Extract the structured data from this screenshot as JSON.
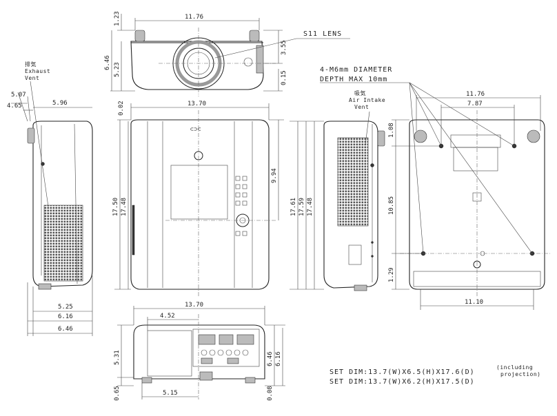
{
  "labels": {
    "lens": "S11 LENS",
    "exhaust_jp": "排気",
    "exhaust_en": "Exhaust",
    "exhaust_vent": "Vent",
    "intake_jp": "吸気",
    "intake_en": "Air Intake",
    "intake_vent": "Vent",
    "holes_line1": "4-M6mm DIAMETER",
    "holes_line2": "DEPTH MAX 10mm",
    "setdim1": "SET DIM:13.7(W)X6.5(H)X17.6(D)",
    "setdim1_note1": "(including",
    "setdim1_note2": "projection)",
    "setdim2": "SET DIM:13.7(W)X6.2(H)X17.5(D)"
  },
  "dims": {
    "top_width": "11.76",
    "top_h_small": "1.23",
    "top_h_total": "6.46",
    "top_h_body": "5.23",
    "top_lens_r1": "3.55",
    "top_lens_r2": "0.15",
    "left_a": "5.07",
    "left_b": "4.65",
    "left_c": "5.96",
    "left_d": "5.25",
    "left_e": "6.16",
    "left_f": "6.46",
    "front_width": "13.70",
    "front_offset": "0.02",
    "front_depth1": "17.50",
    "front_depth2": "17.48",
    "front_mid": "9.94",
    "side_d1": "17.61",
    "side_d2": "17.59",
    "side_d3": "17.48",
    "bottom_width": "11.76",
    "bottom_holes": "7.87",
    "bottom_top": "1.08",
    "bottom_mid": "10.85",
    "bottom_low": "1.29",
    "bottom_base": "11.10",
    "rear_width": "13.70",
    "rear_left": "4.52",
    "rear_h1": "5.31",
    "rear_h_total": "6.46",
    "rear_h2": "6.16",
    "rear_foot": "0.65",
    "rear_bottom": "5.15",
    "rear_small": "0.08"
  }
}
